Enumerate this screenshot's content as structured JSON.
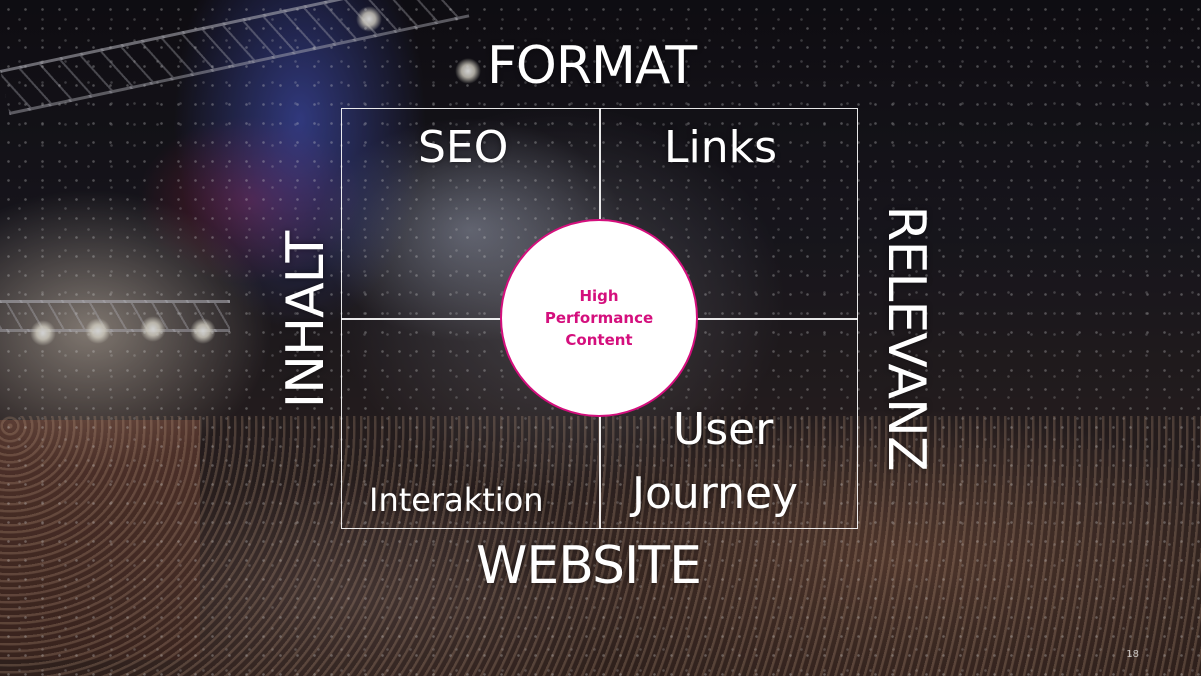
{
  "slide": {
    "top_label": "FORMAT",
    "bottom_label": "WEBSITE",
    "left_label": "INHALT",
    "right_label": "RELEVANZ",
    "quadrants": {
      "top_left": "SEO",
      "top_right": "Links",
      "bottom_left": "Interaktion",
      "bottom_right_line1": "User",
      "bottom_right_line2": "Journey"
    },
    "center": {
      "line1": "High",
      "line2": "Performance",
      "line3": "Content"
    },
    "page_number": "18"
  },
  "colors": {
    "accent": "#d40f7d",
    "text": "#ffffff",
    "circle_fill": "#ffffff"
  }
}
